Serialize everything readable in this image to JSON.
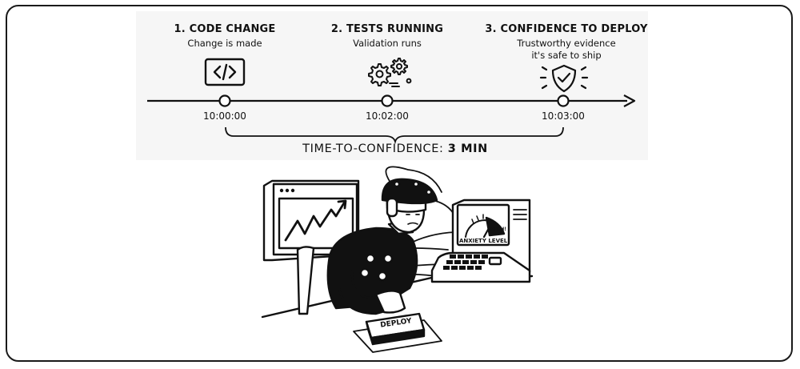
{
  "stages": [
    {
      "title": "1. CODE CHANGE",
      "desc_lines": [
        "Change is made"
      ],
      "time": "10:00:00",
      "icon": "code-icon"
    },
    {
      "title": "2. TESTS RUNNING",
      "desc_lines": [
        "Validation runs"
      ],
      "time": "10:02:00",
      "icon": "gears-icon"
    },
    {
      "title": "3. CONFIDENCE TO DEPLOY",
      "desc_lines": [
        "Trustworthy evidence",
        "it's safe to ship"
      ],
      "time": "10:03:00",
      "icon": "shield-check-icon"
    }
  ],
  "summary": {
    "label": "TIME-TO-CONFIDENCE:",
    "value": "3 MIN"
  },
  "illustration": {
    "monitor_label": "ANXIETY LEVEL",
    "gauge_label": "HIGH!",
    "button_label": "DEPLOY"
  },
  "colors": {
    "ink": "#111111",
    "paper": "#ffffff",
    "panel": "#f4f4f4"
  }
}
